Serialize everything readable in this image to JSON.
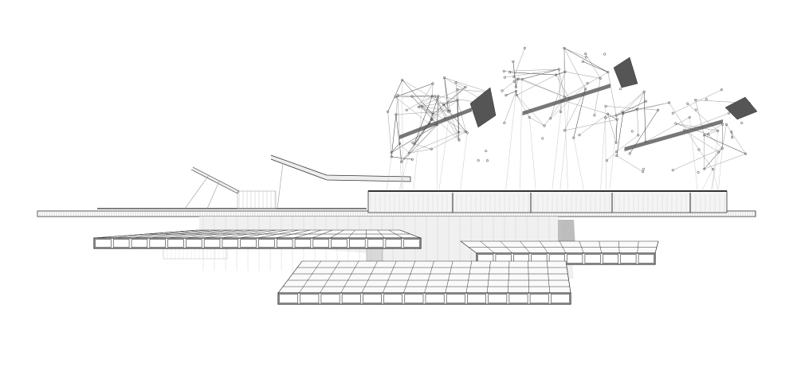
{
  "drawing": {
    "colors": {
      "background": "#ffffff",
      "line": "#333333",
      "light_line": "#9a9a9a",
      "fill_shade": "#d8d8d8",
      "dark_panel": "#555555"
    },
    "platforms": [
      {
        "name": "upper-left-terrace",
        "columns": 18,
        "rows": 2
      },
      {
        "name": "right-terrace",
        "columns": 10,
        "rows": 2
      },
      {
        "name": "lower-terrace",
        "columns": 14,
        "rows": 5
      }
    ],
    "canopy_clusters": 3
  }
}
